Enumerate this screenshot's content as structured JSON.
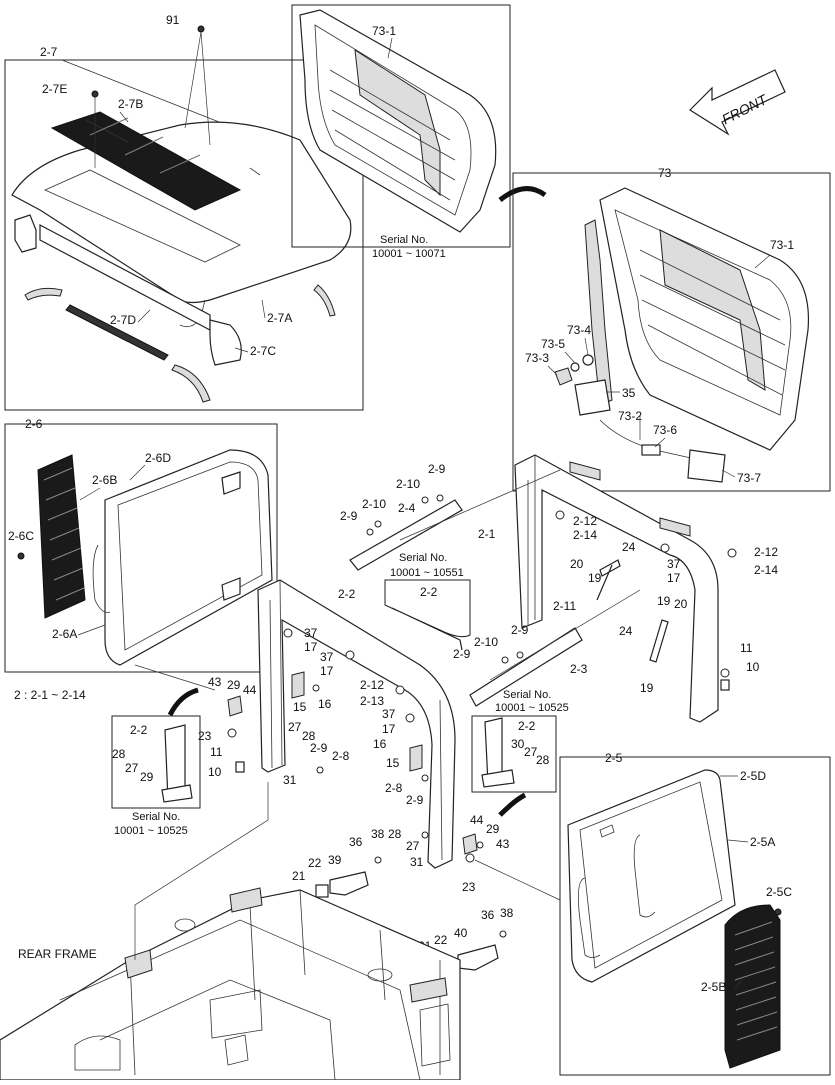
{
  "labels": {
    "l91": "91",
    "l2_7": "2-7",
    "l2_7E": "2-7E",
    "l2_7B": "2-7B",
    "l2_7D": "2-7D",
    "l2_7A": "2-7A",
    "l2_7C": "2-7C",
    "l73_1a": "73-1",
    "l73": "73",
    "l73_1b": "73-1",
    "l73_4": "73-4",
    "l73_5": "73-5",
    "l73_3": "73-3",
    "l35": "35",
    "l73_2": "73-2",
    "l73_6": "73-6",
    "l73_7": "73-7",
    "front": "FRONT",
    "l2_6": "2-6",
    "l2_6D": "2-6D",
    "l2_6B": "2-6B",
    "l2_6C": "2-6C",
    "l2_6A": "2-6A",
    "range": "2 : 2-1 ~ 2-14",
    "l2_10a": "2-10",
    "l2_9a": "2-9",
    "l2_9b": "2-9",
    "l2_10b": "2-10",
    "l2_4": "2-4",
    "l2_1": "2-1",
    "l2_12a": "2-12",
    "l2_14a": "2-14",
    "l24a": "24",
    "l20a": "20",
    "l19a": "19",
    "l37a": "37",
    "l17a": "17",
    "l2_12b": "2-12",
    "l2_14b": "2-14",
    "l2_2a": "2-2",
    "l2_2b": "2-2",
    "l2_11": "2-11",
    "l19b": "19",
    "l20b": "20",
    "l24b": "24",
    "l19c": "19",
    "l11a": "11",
    "l10a": "10",
    "l37b": "37",
    "l17b": "17",
    "l37c": "37",
    "l17c": "17",
    "l2_10c": "2-10",
    "l2_9c": "2-9",
    "l2_9d": "2-9",
    "l2_3": "2-3",
    "l2_12c": "2-12",
    "l2_13": "2-13",
    "l37d": "37",
    "l17d": "17",
    "l16a": "16",
    "l15a": "15",
    "l16b": "16",
    "l15b": "15",
    "l43a": "43",
    "l29a": "29",
    "l44a": "44",
    "l23a": "23",
    "l11b": "11",
    "l10b": "10",
    "l27a": "27",
    "l28a": "28",
    "l2_9e": "2-9",
    "l2_8a": "2-8",
    "l31a": "31",
    "l2_2c": "2-2",
    "l28b": "28",
    "l27b": "27",
    "l29b": "29",
    "l2_2d": "2-2",
    "l30": "30",
    "l27c": "27",
    "l28c": "28",
    "l2_8b": "2-8",
    "l2_9f": "2-9",
    "l36a": "36",
    "l38a": "38",
    "l28d": "28",
    "l27d": "27",
    "l31b": "31",
    "l44b": "44",
    "l29c": "29",
    "l43b": "43",
    "l23b": "23",
    "l22a": "22",
    "l39": "39",
    "l21a": "21",
    "l36b": "36",
    "l38b": "38",
    "l22b": "22",
    "l40": "40",
    "l21b": "21",
    "rear": "REAR FRAME",
    "l2_5": "2-5",
    "l2_5D": "2-5D",
    "l2_5A": "2-5A",
    "l2_5C": "2-5C",
    "l2_5B": "2-5B"
  },
  "serials": {
    "s1_title": "Serial No.",
    "s1_range": "10001 ~ 10071",
    "s2_title": "Serial No.",
    "s2_range": "10001 ~ 10551",
    "s3_title": "Serial No.",
    "s3_range": "10001 ~ 10525",
    "s4_title": "Serial No.",
    "s4_range": "10001 ~ 10525"
  }
}
